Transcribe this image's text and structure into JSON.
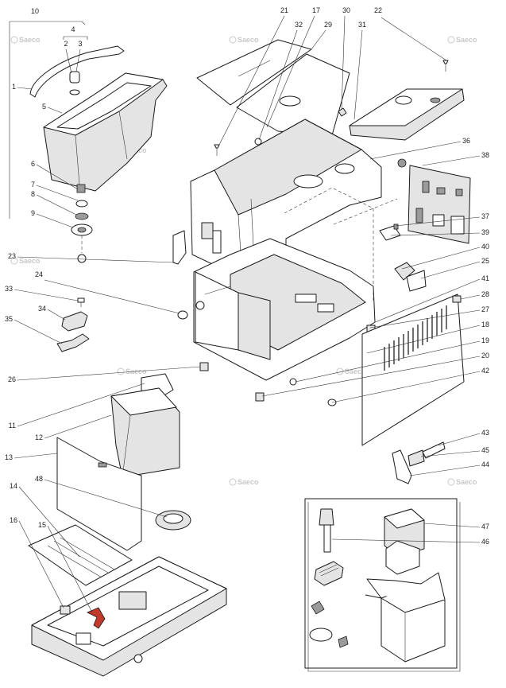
{
  "watermark": "Saeco",
  "labels": [
    "10",
    "4",
    "2",
    "3",
    "1",
    "5",
    "6",
    "7",
    "8",
    "9",
    "23",
    "24",
    "33",
    "34",
    "35",
    "26",
    "11",
    "12",
    "13",
    "48",
    "14",
    "15",
    "16",
    "21",
    "17",
    "32",
    "29",
    "30",
    "31",
    "22",
    "36",
    "38",
    "37",
    "39",
    "40",
    "25",
    "41",
    "28",
    "27",
    "18",
    "19",
    "20",
    "42",
    "43",
    "45",
    "44",
    "47",
    "46"
  ],
  "colors": {
    "line": "#1a1a1a",
    "fill": "#e4e4e4",
    "accent": "#c0392b",
    "watermark": "#c8c8c8"
  }
}
